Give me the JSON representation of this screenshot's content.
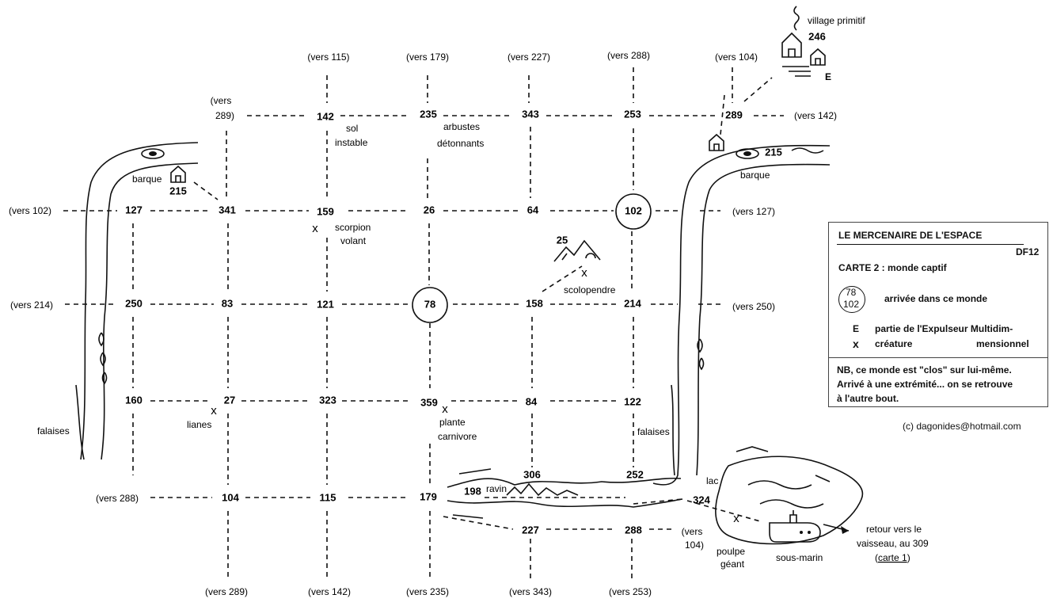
{
  "nodes": {
    "n142": "142",
    "n235": "235",
    "n343": "343",
    "n253": "253",
    "n289": "289",
    "n127": "127",
    "n341": "341",
    "n159": "159",
    "n26": "26",
    "n64": "64",
    "n102": "102",
    "n250": "250",
    "n83": "83",
    "n121": "121",
    "n78": "78",
    "n158": "158",
    "n214": "214",
    "n160": "160",
    "n27": "27",
    "n323": "323",
    "n359": "359",
    "n84": "84",
    "n122": "122",
    "n104": "104",
    "n115": "115",
    "n179": "179",
    "n306": "306",
    "n252": "252",
    "n198": "198",
    "n324": "324",
    "n227": "227",
    "n288": "288",
    "n25": "25",
    "n246": "246",
    "n215a": "215",
    "n215b": "215"
  },
  "exits": {
    "top_115": "(vers 115)",
    "top_179": "(vers 179)",
    "top_227": "(vers   227)",
    "top_288": "(vers   288)",
    "top_104": "(vers 104)",
    "left_289_a": "(vers",
    "left_289_b": "289)",
    "right_142": "(vers 142)",
    "left_102": "(vers  102)",
    "right_127": "(vers 127)",
    "left_214": "(vers   214)",
    "right_250": "(vers 250)",
    "left_288": "(vers  288)",
    "right_104_a": "(vers",
    "right_104_b": "104)",
    "bot_289": "(vers 289)",
    "bot_142": "(vers 142)",
    "bot_235": "(vers 235)",
    "bot_343": "(vers 343)",
    "bot_253": "(vers 253)"
  },
  "labels": {
    "sol_1": "sol",
    "sol_2": "instable",
    "arbustes_1": "arbustes",
    "arbustes_2": "détonnants",
    "barque_left": "barque",
    "barque_right": "barque",
    "scorpion_1": "scorpion",
    "scorpion_2": "volant",
    "scolopendre": "scolopendre",
    "lianes": "lianes",
    "plante_1": "plante",
    "plante_2": "carnivore",
    "falaises_left": "falaises",
    "falaises_right": "falaises",
    "ravin": "ravin",
    "lac": "lac",
    "poulpe_1": "poulpe",
    "poulpe_2": "géant",
    "sous_marin": "sous-marin",
    "village": "village  primitif",
    "village_E": "E",
    "retour_1": "retour vers le",
    "retour_2": "vaisseau, au 309",
    "retour_3": "carte 1",
    "retour_3_pre": "(",
    "retour_3_post": ")"
  },
  "legend": {
    "title": "LE MERCENAIRE DE L'ESPACE",
    "code": "DF12",
    "subtitle": "CARTE 2 : monde captif",
    "arrival_top": "78",
    "arrival_bottom": "102",
    "arrival_text": "arrivée dans ce monde",
    "part_symbol": "E",
    "part_text_1": "partie de l'Expulseur Multidim-",
    "part_text_2": "mensionnel",
    "creature_symbol": "x",
    "creature_text": "créature",
    "note_1": "NB, ce monde est \"clos\" sur lui-même.",
    "note_2": "Arrivé à une extrémité... on se retrouve",
    "note_3": "à l'autre bout."
  },
  "credit": "(c) dagonides@hotmail.com"
}
